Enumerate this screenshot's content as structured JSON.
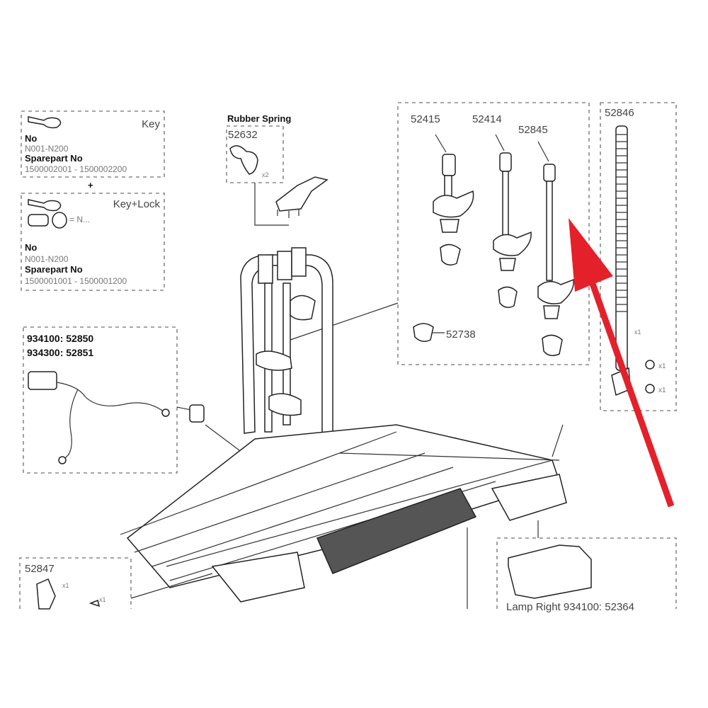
{
  "key_box": {
    "title": "Key",
    "no_label": "No",
    "no_value": "N001-N200",
    "sparepart_label": "Sparepart No",
    "sparepart_value": "1500002001 - 1500002200"
  },
  "plus": "+",
  "key_lock_box": {
    "title": "Key+Lock",
    "equals": "= N...",
    "no_label": "No",
    "no_value": "N001-N200",
    "sparepart_label": "Sparepart No",
    "sparepart_value": "1500001001 - 1500001200"
  },
  "rubber_spring": {
    "title": "Rubber Spring",
    "part": "52632",
    "qty": "x2"
  },
  "cable_box": {
    "line1": "934100: 52850",
    "line2": "934300: 52851"
  },
  "arms_box": {
    "parts": [
      "52415",
      "52414",
      "52845"
    ],
    "pad": "52738"
  },
  "bolt_box": {
    "part": "52846",
    "qty1": "x1",
    "qty2": "x1",
    "qty3": "x1"
  },
  "bracket_box": {
    "part": "52847",
    "qty1": "x1",
    "qty2": "x1"
  },
  "lamp_box": {
    "label": "Lamp Right 934100: 52364"
  },
  "colors": {
    "arrow": "#e4212a",
    "lines": "#222222"
  }
}
